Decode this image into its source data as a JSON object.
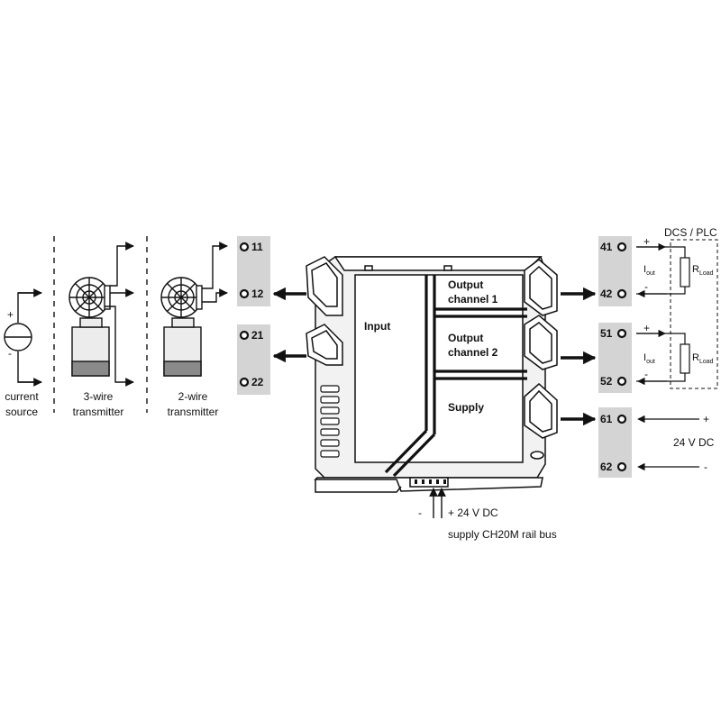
{
  "colors": {
    "line": "#111111",
    "terminal_fill": "#d4d4d4",
    "device_fill": "#f2f2f2",
    "transmitter_body": "#ececec",
    "transmitter_band": "#8a8a8a",
    "background": "#ffffff"
  },
  "sources": {
    "current": [
      "current",
      "source"
    ],
    "three_wire": [
      "3-wire",
      "transmitter"
    ],
    "two_wire": [
      "2-wire",
      "transmitter"
    ],
    "plus": "+",
    "minus": "-"
  },
  "input_terminals": [
    "11",
    "12",
    "21",
    "22"
  ],
  "output_terminals": [
    "41",
    "42",
    "51",
    "52",
    "61",
    "62"
  ],
  "device": {
    "input_label": "Input",
    "output1": [
      "Output",
      "channel 1"
    ],
    "output2": [
      "Output",
      "channel 2"
    ],
    "supply_label": "Supply"
  },
  "dcs": {
    "title": "DCS / PLC",
    "plus": "+",
    "minus": "-",
    "current_main": "I",
    "current_sub": "out",
    "load_main": "R",
    "load_sub": "Load"
  },
  "supply_right": {
    "plus": "+",
    "minus": "-",
    "label": "24 V DC"
  },
  "rail_bus": {
    "minus": "-",
    "plus_label": "+ 24 V DC",
    "label": "supply  CH20M rail bus"
  }
}
